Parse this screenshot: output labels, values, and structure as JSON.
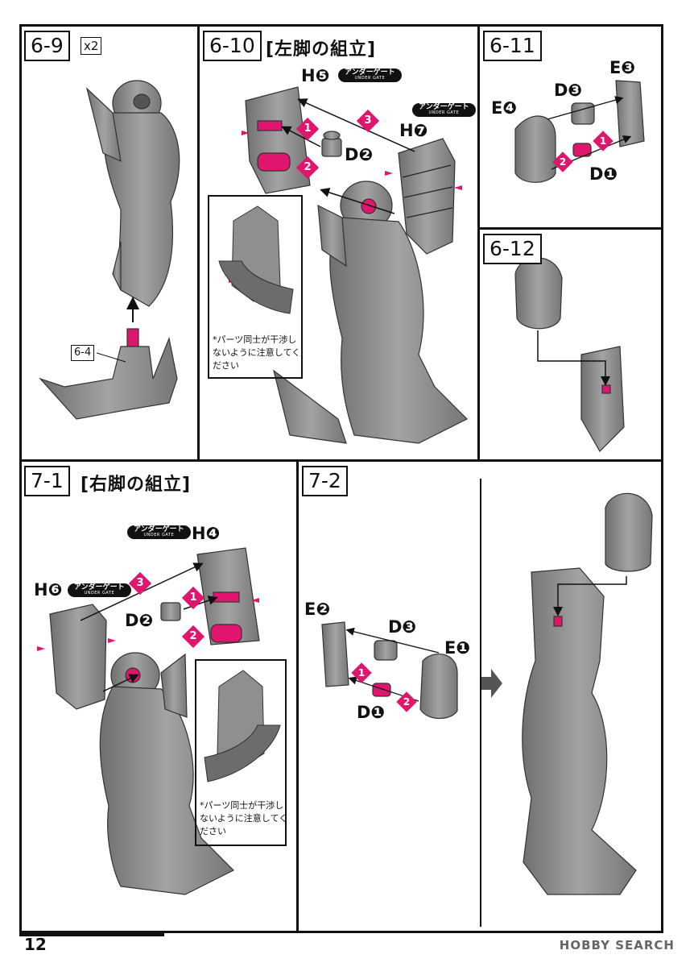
{
  "page_number": "12",
  "watermark": "HOBBY SEARCH",
  "colors": {
    "part_gray": "#8a8a8a",
    "accent_pink": "#e0166e",
    "line": "#111111"
  },
  "steps": {
    "s6_9": {
      "number": "6-9",
      "multiplier": "x2",
      "ref": "6-4"
    },
    "s6_10": {
      "number": "6-10",
      "title": "[左脚の組立]",
      "labels": {
        "h5": "H❺",
        "h7": "H❼",
        "d2": "D❷"
      },
      "gate_jp": "アンダーゲート",
      "gate_en": "UNDER GATE",
      "note": "*パーツ同士が干渉しないように注意してください"
    },
    "s6_11": {
      "number": "6-11",
      "labels": {
        "e3": "E❸",
        "e4": "E❹",
        "d3": "D❸",
        "d1": "D❶"
      }
    },
    "s6_12": {
      "number": "6-12"
    },
    "s7_1": {
      "number": "7-1",
      "title": "[右脚の組立]",
      "labels": {
        "h4": "H❹",
        "h6": "H❻",
        "d2": "D❷"
      },
      "gate_jp": "アンダーゲート",
      "gate_en": "UNDER GATE",
      "note": "*パーツ同士が干渉しないように注意してください"
    },
    "s7_2": {
      "number": "7-2",
      "labels": {
        "e2": "E❷",
        "e1": "E❶",
        "d3": "D❸",
        "d1": "D❶"
      }
    }
  },
  "callouts": {
    "one": "1",
    "two": "2",
    "three": "3"
  }
}
